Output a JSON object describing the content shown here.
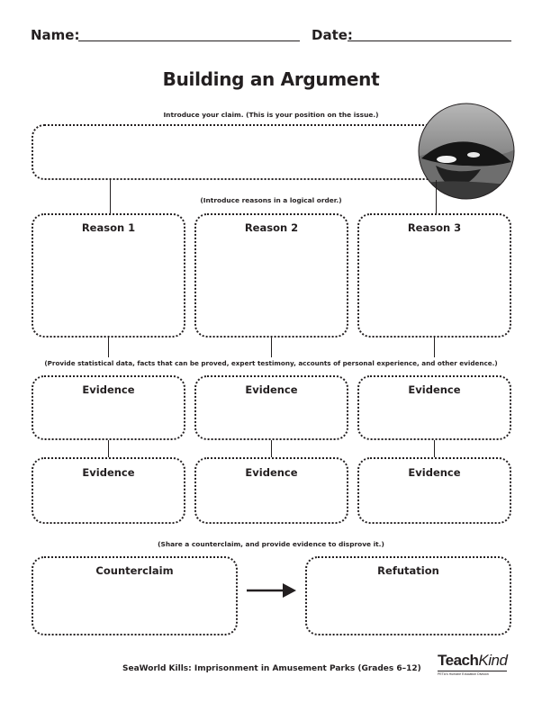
{
  "header": {
    "name_label": "Name:",
    "date_label": "Date:"
  },
  "title": "Building an Argument",
  "claim": {
    "instruction": "Introduce your claim. (This is your position on the issue.)"
  },
  "reasons": {
    "instruction": "(Introduce reasons in a logical order.)",
    "labels": [
      "Reason 1",
      "Reason 2",
      "Reason 3"
    ]
  },
  "evidence": {
    "instruction": "(Provide statistical data, facts that can be proved, expert testimony, accounts of personal experience, and other evidence.)",
    "label": "Evidence"
  },
  "counter": {
    "instruction": "(Share a counterclaim, and provide evidence to disprove it.)",
    "counterclaim_label": "Counterclaim",
    "refutation_label": "Refutation"
  },
  "footer": {
    "text": "SeaWorld Kills: Imprisonment in Amusement Parks (Grades 6–12)",
    "logo_part1": "Teach",
    "logo_part2": "Kind",
    "logo_tagline": "PETA's Humane Education Division"
  },
  "icons": {
    "photo": "orca-photo",
    "arrow": "right-arrow-icon"
  }
}
